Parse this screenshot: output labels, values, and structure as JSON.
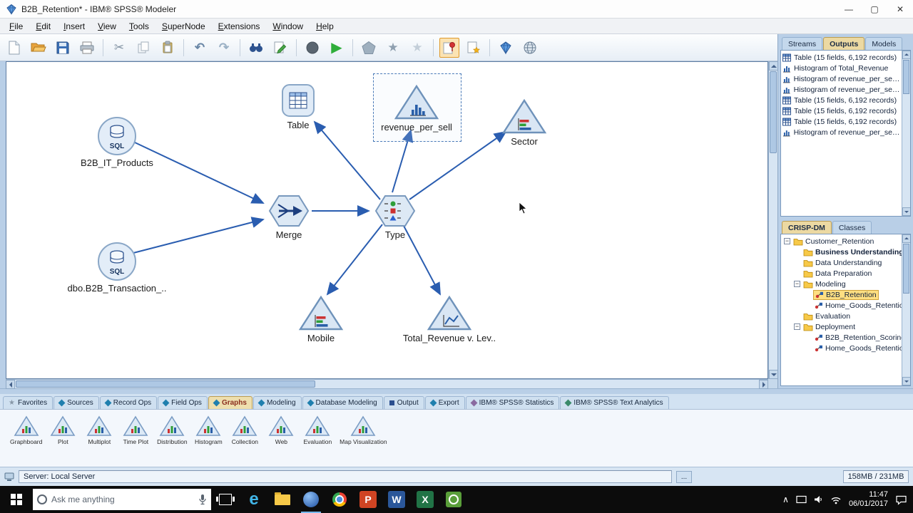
{
  "window": {
    "title": "B2B_Retention* - IBM® SPSS® Modeler",
    "controls": {
      "minimize": "—",
      "maximize": "▢",
      "close": "✕"
    }
  },
  "menu": {
    "items": [
      "File",
      "Edit",
      "Insert",
      "View",
      "Tools",
      "SuperNode",
      "Extensions",
      "Window",
      "Help"
    ]
  },
  "icons": {
    "cut": "✂",
    "undo": "↶",
    "redo": "↷",
    "run": "▶",
    "star": "★",
    "star_faded": "★",
    "sql_badge": "SQL",
    "edge_letter": "e",
    "ppt_letter": "P",
    "word_letter": "W",
    "excel_letter": "X",
    "tray_caret": "∧"
  },
  "canvas": {
    "nodes": [
      {
        "label": "B2B_IT_Products"
      },
      {
        "label": "dbo.B2B_Transaction_.."
      },
      {
        "label": "Merge"
      },
      {
        "label": "Type"
      },
      {
        "label": "Table"
      },
      {
        "label": "revenue_per_sell",
        "selected": true
      },
      {
        "label": "Sector"
      },
      {
        "label": "Mobile"
      },
      {
        "label": "Total_Revenue v. Lev.."
      }
    ]
  },
  "right_top": {
    "tabs": [
      {
        "label": "Streams"
      },
      {
        "label": "Outputs",
        "active": true
      },
      {
        "label": "Models"
      }
    ],
    "items": [
      {
        "label": "Table (15 fields, 6,192 records)"
      },
      {
        "label": "Histogram of Total_Revenue"
      },
      {
        "label": "Histogram of revenue_per_sell ..."
      },
      {
        "label": "Histogram of revenue_per_sell ..."
      },
      {
        "label": "Table (15 fields, 6,192 records)"
      },
      {
        "label": "Table (15 fields, 6,192 records)"
      },
      {
        "label": "Table (15 fields, 6,192 records)"
      },
      {
        "label": "Histogram of revenue_per_sell ..."
      }
    ]
  },
  "right_bottom": {
    "tabs": [
      {
        "label": "CRISP-DM",
        "active": true
      },
      {
        "label": "Classes"
      }
    ],
    "tree": [
      {
        "label": "Customer_Retention"
      },
      {
        "label": "Business Understanding"
      },
      {
        "label": "Data Understanding"
      },
      {
        "label": "Data Preparation"
      },
      {
        "label": "Modeling"
      },
      {
        "label": "B2B_Retention",
        "selected": true
      },
      {
        "label": "Home_Goods_Retentio.."
      },
      {
        "label": "Evaluation"
      },
      {
        "label": "Deployment"
      },
      {
        "label": "B2B_Retention_Scoring"
      },
      {
        "label": "Home_Goods_Retentio.."
      }
    ]
  },
  "palette": {
    "tabs": [
      {
        "label": "Favorites"
      },
      {
        "label": "Sources"
      },
      {
        "label": "Record Ops"
      },
      {
        "label": "Field Ops"
      },
      {
        "label": "Graphs",
        "active": true
      },
      {
        "label": "Modeling"
      },
      {
        "label": "Database Modeling"
      },
      {
        "label": "Output"
      },
      {
        "label": "Export"
      },
      {
        "label": "IBM® SPSS® Statistics"
      },
      {
        "label": "IBM® SPSS® Text Analytics"
      }
    ],
    "items": [
      {
        "label": "Graphboard"
      },
      {
        "label": "Plot"
      },
      {
        "label": "Multiplot"
      },
      {
        "label": "Time Plot"
      },
      {
        "label": "Distribution"
      },
      {
        "label": "Histogram"
      },
      {
        "label": "Collection"
      },
      {
        "label": "Web"
      },
      {
        "label": "Evaluation"
      },
      {
        "label": "Map Visualization"
      }
    ]
  },
  "status_bar": {
    "server": "Server: Local Server",
    "more": "...",
    "memory": "158MB / 231MB"
  },
  "taskbar": {
    "search_placeholder": "Ask me anything",
    "time": "11:47",
    "date": "06/01/2017"
  }
}
